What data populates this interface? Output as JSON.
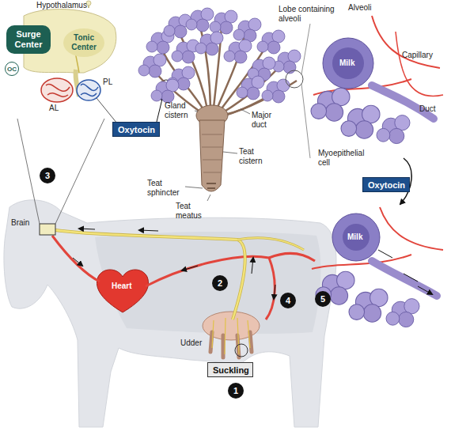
{
  "diagram": {
    "nodes": [
      {
        "text": [
          "Surge Center"
        ]
      },
      {
        "text": [
          "Tonic Center"
        ]
      },
      {
        "text": [
          "Oxytocin"
        ]
      },
      {
        "text": [
          "Oxytocin"
        ]
      },
      {
        "text": [
          "Suckling"
        ]
      }
    ],
    "labels": [
      "Hypothalamus",
      "OC",
      "PL",
      "AL",
      "Lobe containing alveoli",
      "Gland cistern",
      "Major duct",
      "Teat cistern",
      "Teat sphincter",
      "Teat meatus",
      "Alveoli",
      "Milk",
      "Capillary",
      "Duct",
      "Myoepithelial cell",
      "Milk",
      "Brain",
      "Heart",
      "Udder",
      "3",
      "2",
      "4",
      "5",
      "1"
    ]
  }
}
